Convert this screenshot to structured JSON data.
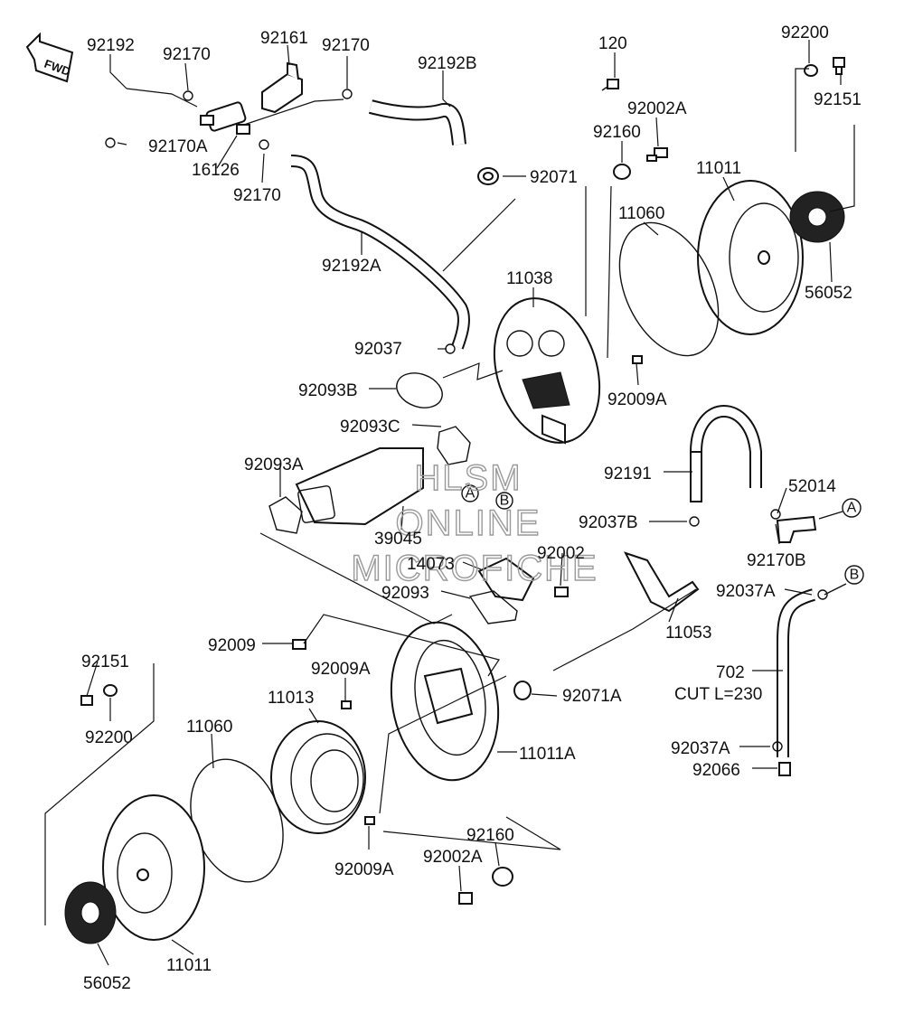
{
  "fwd_label": "FWD",
  "watermark": {
    "line1": "HLSM",
    "line2": "ONLINE",
    "line3": "MICROFICHE"
  },
  "circle_markers": {
    "a": "A",
    "b": "B"
  },
  "cut_note": "CUT L=230",
  "part_labels": {
    "p92192": "92192",
    "p92170_1": "92170",
    "p92161": "92161",
    "p92170_2": "92170",
    "p92192B": "92192B",
    "p120": "120",
    "p92200_top": "92200",
    "p92151_top": "92151",
    "p92002A_top": "92002A",
    "p92160_top": "92160",
    "p92170A": "92170A",
    "p16126": "16126",
    "p92071": "92071",
    "p92170_3": "92170",
    "p11011_top": "11011",
    "p11060_top": "11060",
    "p92192A": "92192A",
    "p11038": "11038",
    "p56052_top": "56052",
    "p92037": "92037",
    "p92093B": "92093B",
    "p92009A_top": "92009A",
    "p92093C": "92093C",
    "p92093A": "92093A",
    "p92191": "92191",
    "p52014": "52014",
    "p39045": "39045",
    "p92037B": "92037B",
    "p92170B": "92170B",
    "p92002": "92002",
    "p14073": "14073",
    "p92093": "92093",
    "p92037A_top": "92037A",
    "p11053": "11053",
    "p92009": "92009",
    "p702": "702",
    "p92009A_mid": "92009A",
    "p92151_bot": "92151",
    "p11013": "11013",
    "p92071A": "92071A",
    "p92200_bot": "92200",
    "p11060_bot": "11060",
    "p92037A_bot": "92037A",
    "p11011A": "11011A",
    "p92066": "92066",
    "p92160_bot": "92160",
    "p92009A_bot": "92009A",
    "p92002A_bot": "92002A",
    "p11011_bot": "11011",
    "p56052_bot": "56052"
  }
}
